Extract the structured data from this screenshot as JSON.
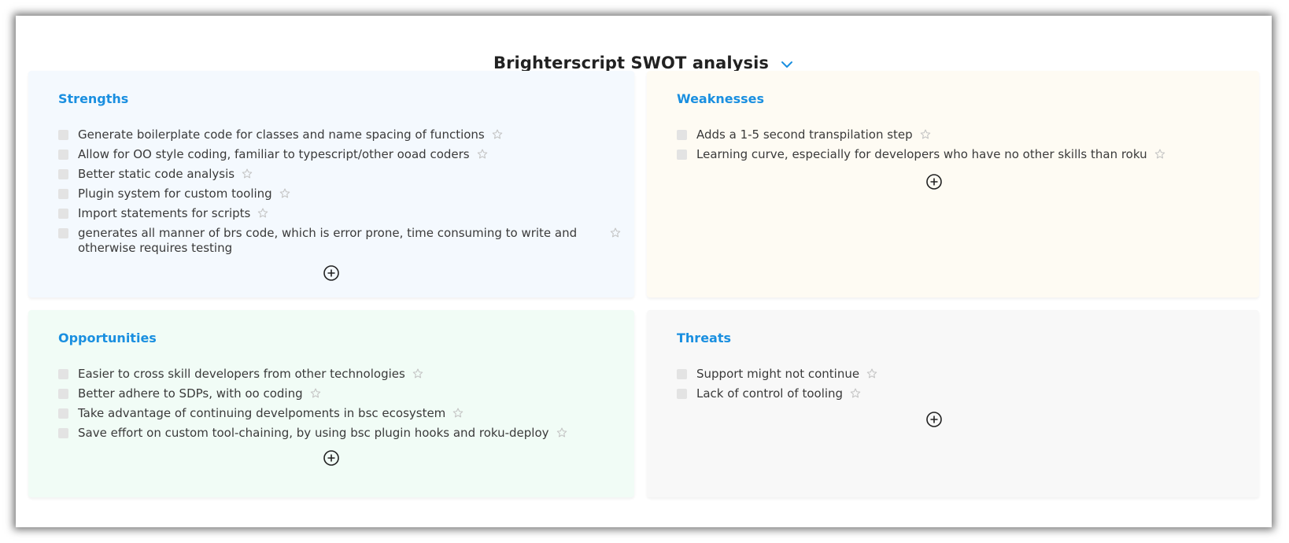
{
  "header": {
    "title": "Brighterscript SWOT analysis",
    "dropdown_icon": "chevron-down-icon",
    "accent": "#1a8fe0"
  },
  "quadrants": {
    "strengths": {
      "title": "Strengths",
      "items": [
        "Generate boilerplate code for classes and name spacing of functions",
        "Allow for OO style coding, familiar to typescript/other ooad coders",
        "Better static code analysis",
        "Plugin system for custom tooling",
        "Import statements for scripts",
        "generates all manner of brs code, which is error prone, time consuming to write and otherwise requires testing"
      ]
    },
    "weaknesses": {
      "title": "Weaknesses",
      "items": [
        "Adds a 1-5 second transpilation step",
        "Learning curve, especially for developers who have no other skills than roku"
      ]
    },
    "opportunities": {
      "title": "Opportunities",
      "items": [
        "Easier to cross skill developers from other technologies",
        "Better adhere to SDPs, with oo coding",
        "Take advantage of continuing develpoments in bsc ecosystem",
        "Save effort on custom tool-chaining, by using bsc plugin hooks and roku-deploy"
      ]
    },
    "threats": {
      "title": "Threats",
      "items": [
        "Support might not continue",
        "Lack of control of tooling"
      ]
    }
  },
  "icons": {
    "item_checkbox": "checkbox-icon",
    "item_favorite": "star-icon",
    "add_item": "plus-circle-icon"
  },
  "colors": {
    "strengths_bg": "#f4f9fe",
    "weaknesses_bg": "#fefbf3",
    "opportunities_bg": "#f1fcf6",
    "threats_bg": "#f8f8f8",
    "quadrant_title": "#1a8fe0"
  }
}
